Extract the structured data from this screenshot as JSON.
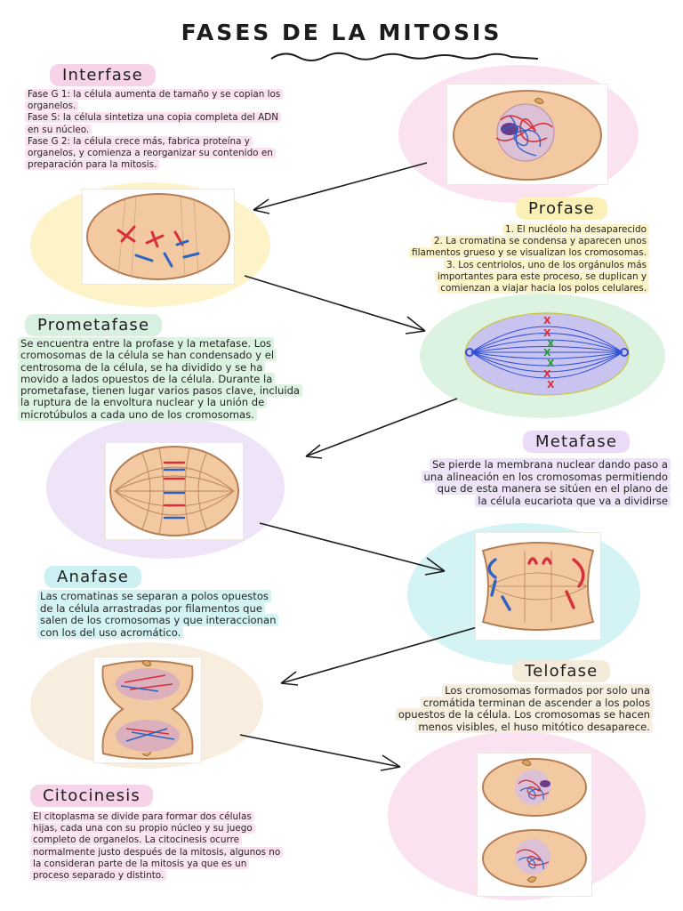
{
  "title": "FASES DE LA MITOSIS",
  "phases": {
    "interfase": {
      "label": "Interfase",
      "lines": [
        "Fase G 1: la célula aumenta de tamaño y se copian los",
        "organelos.",
        "Fase S: la célula sintetiza una copia completa del ADN",
        "en su núcleo.",
        "Fase G 2: la célula crece más, fabrica proteína y",
        "organelos, y comienza a reorganizar su contenido en",
        "preparación para la mitosis."
      ]
    },
    "profase": {
      "label": "Profase",
      "lines": [
        "1. El nucléolo ha desaparecido",
        "2. La cromatina se condensa y aparecen unos",
        "filamentos grueso y se visualizan los cromosomas.",
        "3. Los centriolos, uno de los orgánulos más",
        "importantes para este proceso, se duplican y",
        "comienzan a viajar hacia los polos celulares."
      ]
    },
    "prometafase": {
      "label": "Prometafase",
      "lines": [
        "Se encuentra entre la profase y la metafase. Los",
        "cromosomas de la célula se han condensado y el",
        "centrosoma de la célula,  se ha dividido y se ha",
        "movido a lados opuestos de la célula. Durante la",
        "prometafase, tienen lugar varios pasos clave, incluida",
        "la ruptura de la envoltura nuclear y la unión de",
        "microtúbulos a cada uno de los cromosomas."
      ]
    },
    "metafase": {
      "label": "Metafase",
      "lines": [
        "Se pierde la membrana nuclear dando paso a",
        "una alineación en los cromosomas permitiendo",
        "que de esta manera se sitúen en el plano de",
        "la célula eucariota que va a dividirse"
      ]
    },
    "anafase": {
      "label": "Anafase",
      "lines": [
        "Las cromatinas se separan a polos opuestos",
        "de la célula arrastradas por filamentos que",
        "salen de los cromosomas y que interaccionan",
        "con los del uso acromático."
      ]
    },
    "telofase": {
      "label": "Telofase",
      "lines": [
        "Los cromosomas formados por solo una",
        "cromátida terminan de ascender a los polos",
        "opuestos de la célula. Los cromosomas se hacen",
        "menos visibles, el huso mitótico desaparece."
      ]
    },
    "citocinesis": {
      "label": "Citocinesis",
      "lines": [
        "El citoplasma se divide para formar dos células",
        "hijas, cada una con su propio núcleo y su juego",
        "completo de organelos. La citocinesis ocurre",
        "normalmente justo después de la mitosis, algunos no",
        "la consideran parte de la mitosis ya que es un",
        "proceso separado y distinto."
      ]
    }
  },
  "colors": {
    "pink": "#f7d3ea",
    "yellow": "#fbf1b6",
    "green": "#d8f0df",
    "lavender": "#eadcf6",
    "cyan": "#cdf1f3",
    "beige": "#f5ebdb",
    "cell": "#f3c9a1",
    "cell_stroke": "#b57f55",
    "chrom_red": "#d6313a",
    "chrom_blue": "#2e63c4"
  }
}
